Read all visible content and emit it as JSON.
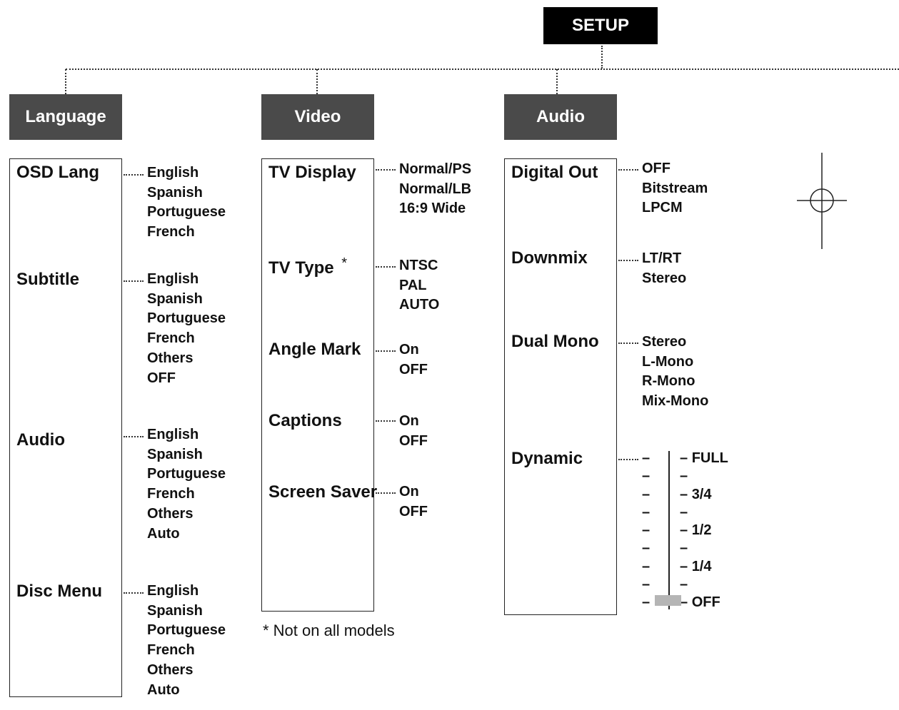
{
  "root": "SETUP",
  "sections": {
    "language": {
      "title": "Language",
      "items": [
        {
          "label": "OSD Lang",
          "options": [
            "English",
            "Spanish",
            "Portuguese",
            "French"
          ]
        },
        {
          "label": "Subtitle",
          "options": [
            "English",
            "Spanish",
            "Portuguese",
            "French",
            "Others",
            "OFF"
          ]
        },
        {
          "label": "Audio",
          "options": [
            "English",
            "Spanish",
            "Portuguese",
            "French",
            "Others",
            "Auto"
          ]
        },
        {
          "label": "Disc Menu",
          "options": [
            "English",
            "Spanish",
            "Portuguese",
            "French",
            "Others",
            "Auto"
          ]
        }
      ]
    },
    "video": {
      "title": "Video",
      "items": [
        {
          "label": "TV Display",
          "options": [
            "Normal/PS",
            "Normal/LB",
            "16:9 Wide"
          ]
        },
        {
          "label": "TV Type",
          "marker": "*",
          "options": [
            "NTSC",
            "PAL",
            "AUTO"
          ]
        },
        {
          "label": "Angle Mark",
          "options": [
            "On",
            "OFF"
          ]
        },
        {
          "label": "Captions",
          "options": [
            "On",
            "OFF"
          ]
        },
        {
          "label": "Screen Saver",
          "options": [
            "On",
            "OFF"
          ]
        }
      ],
      "footnote": "* Not on all models"
    },
    "audio": {
      "title": "Audio",
      "items": [
        {
          "label": "Digital Out",
          "options": [
            "OFF",
            "Bitstream",
            "LPCM"
          ]
        },
        {
          "label": "Downmix",
          "options": [
            "LT/RT",
            "Stereo"
          ]
        },
        {
          "label": "Dual Mono",
          "options": [
            "Stereo",
            "L-Mono",
            "R-Mono",
            "Mix-Mono"
          ]
        },
        {
          "label": "Dynamic",
          "scale_labels": [
            "FULL",
            "",
            "3/4",
            "",
            "1/2",
            "",
            "1/4",
            "",
            "OFF"
          ],
          "current_level": "OFF"
        }
      ]
    }
  }
}
